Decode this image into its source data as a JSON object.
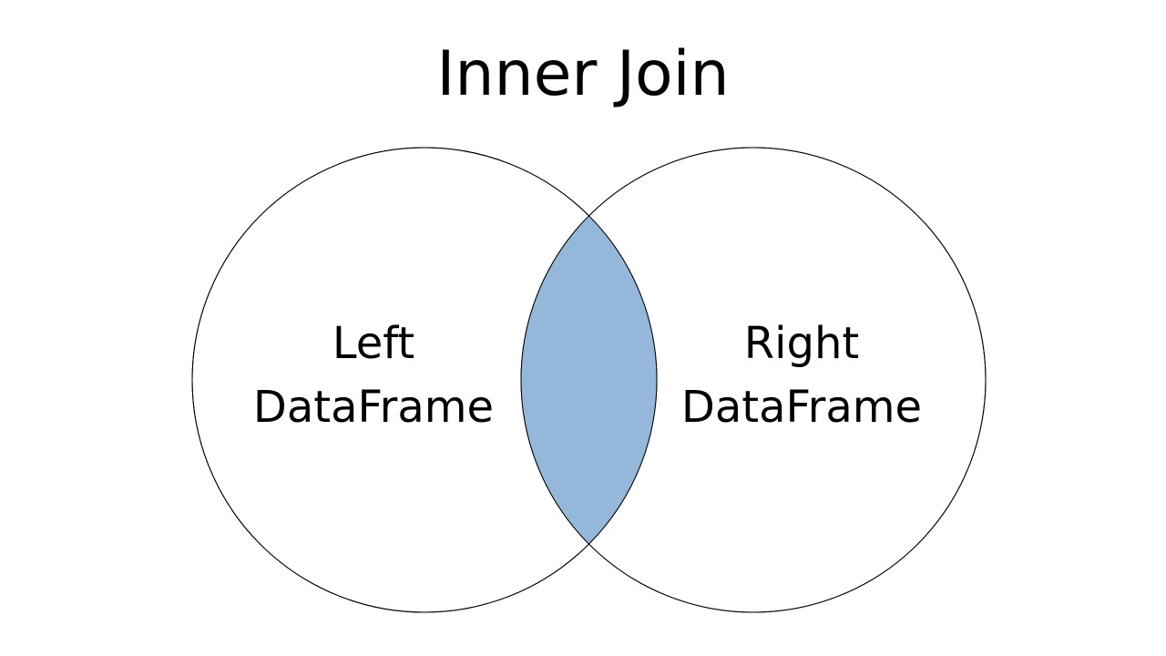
{
  "title": "Inner Join",
  "left_set": {
    "line1": "Left",
    "line2": "DataFrame"
  },
  "right_set": {
    "line1": "Right",
    "line2": "DataFrame"
  },
  "colors": {
    "intersection_fill": "#95b8da",
    "outline": "#000000",
    "background": "#ffffff"
  }
}
